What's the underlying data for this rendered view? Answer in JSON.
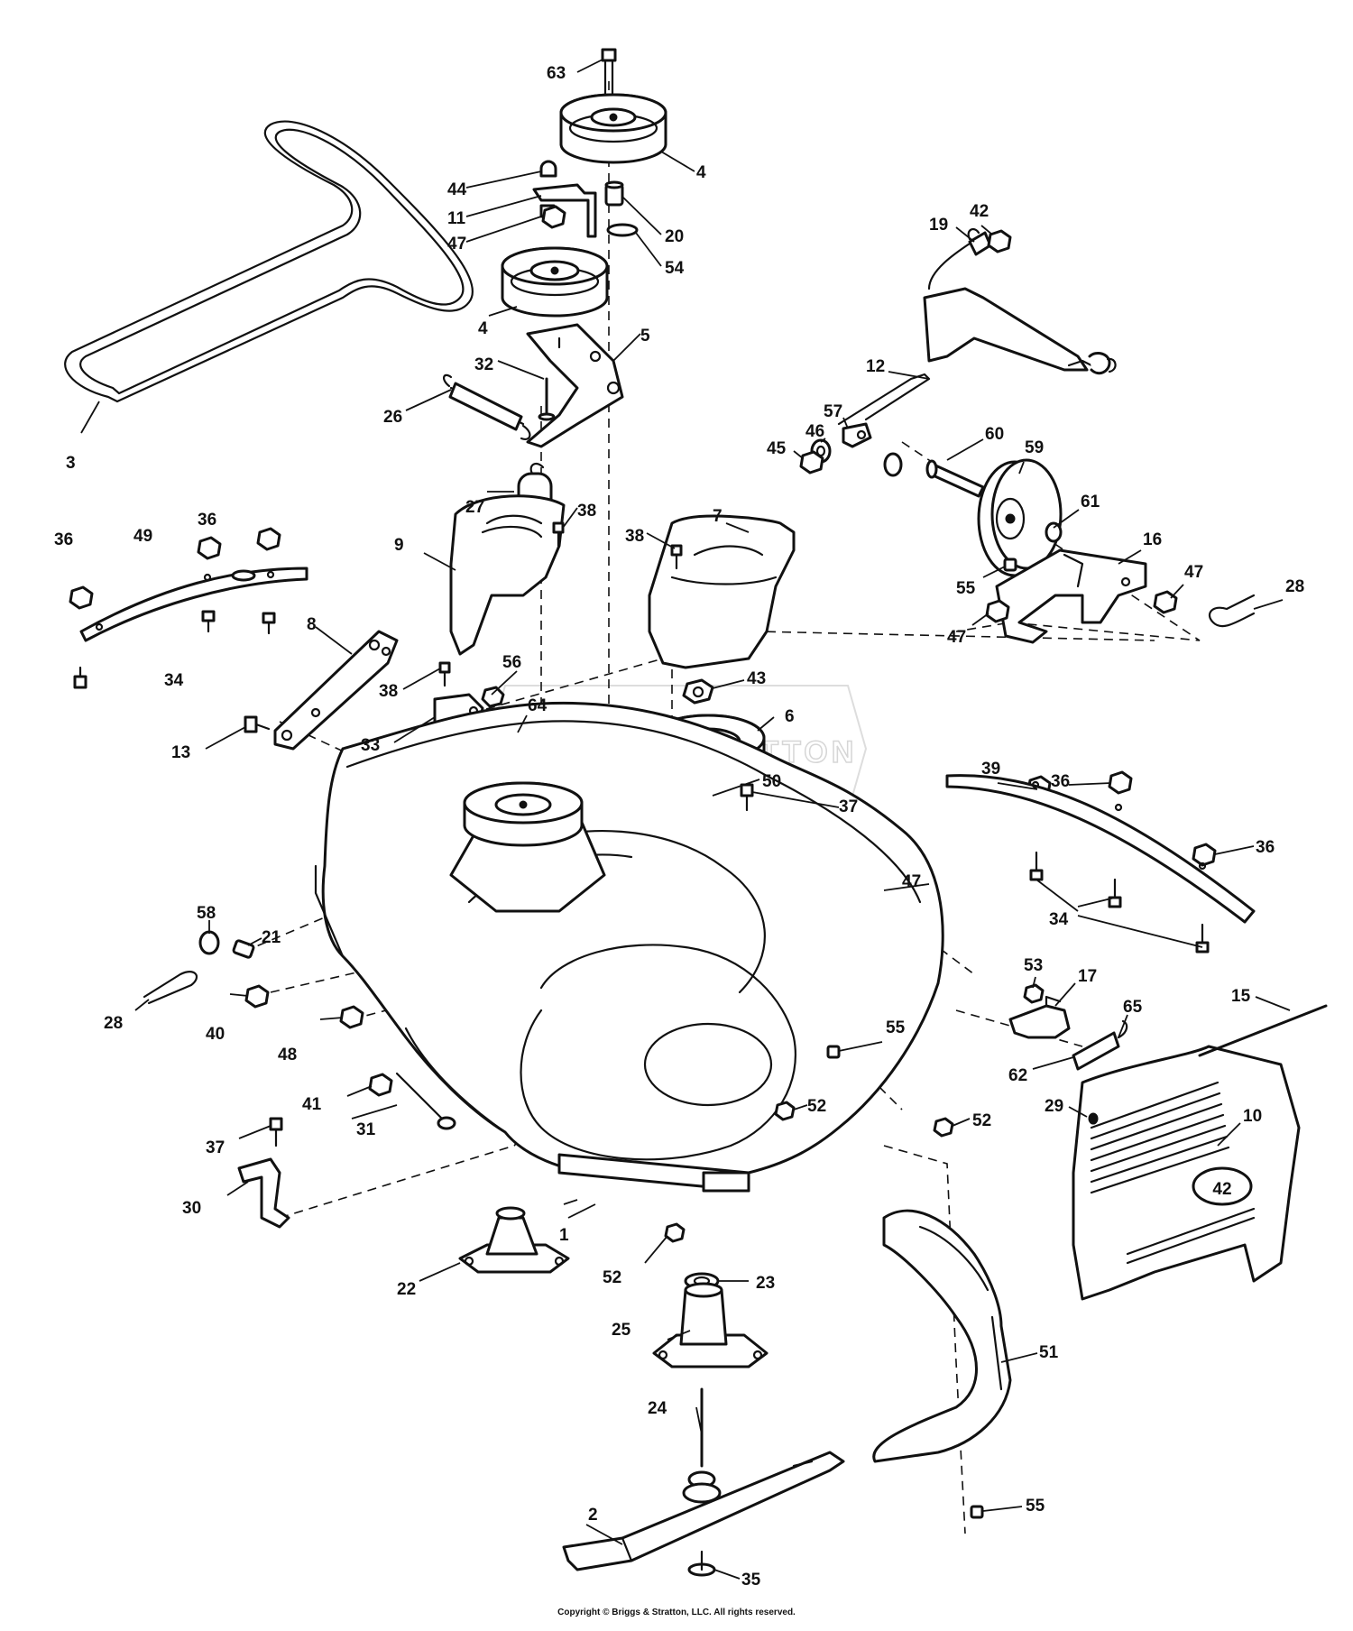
{
  "watermark": "BRIGGS&STRATTON",
  "copyright": "Copyright © Briggs & Stratton, LLC. All rights reserved.",
  "deck_badge": "42",
  "callouts": [
    {
      "id": "1",
      "label": "1"
    },
    {
      "id": "2",
      "label": "2"
    },
    {
      "id": "3",
      "label": "3"
    },
    {
      "id": "4a",
      "label": "4"
    },
    {
      "id": "4b",
      "label": "4"
    },
    {
      "id": "5",
      "label": "5"
    },
    {
      "id": "6",
      "label": "6"
    },
    {
      "id": "7",
      "label": "7"
    },
    {
      "id": "8",
      "label": "8"
    },
    {
      "id": "9",
      "label": "9"
    },
    {
      "id": "10",
      "label": "10"
    },
    {
      "id": "11",
      "label": "11"
    },
    {
      "id": "12",
      "label": "12"
    },
    {
      "id": "13",
      "label": "13"
    },
    {
      "id": "15",
      "label": "15"
    },
    {
      "id": "16",
      "label": "16"
    },
    {
      "id": "17",
      "label": "17"
    },
    {
      "id": "19",
      "label": "19"
    },
    {
      "id": "20",
      "label": "20"
    },
    {
      "id": "21",
      "label": "21"
    },
    {
      "id": "22",
      "label": "22"
    },
    {
      "id": "23",
      "label": "23"
    },
    {
      "id": "24",
      "label": "24"
    },
    {
      "id": "25",
      "label": "25"
    },
    {
      "id": "26",
      "label": "26"
    },
    {
      "id": "27",
      "label": "27"
    },
    {
      "id": "28a",
      "label": "28"
    },
    {
      "id": "28b",
      "label": "28"
    },
    {
      "id": "29",
      "label": "29"
    },
    {
      "id": "30",
      "label": "30"
    },
    {
      "id": "31",
      "label": "31"
    },
    {
      "id": "32",
      "label": "32"
    },
    {
      "id": "33",
      "label": "33"
    },
    {
      "id": "34a",
      "label": "34"
    },
    {
      "id": "34b",
      "label": "34"
    },
    {
      "id": "35",
      "label": "35"
    },
    {
      "id": "36a",
      "label": "36"
    },
    {
      "id": "36b",
      "label": "36"
    },
    {
      "id": "36c",
      "label": "36"
    },
    {
      "id": "36d",
      "label": "36"
    },
    {
      "id": "37a",
      "label": "37"
    },
    {
      "id": "37b",
      "label": "37"
    },
    {
      "id": "38a",
      "label": "38"
    },
    {
      "id": "38b",
      "label": "38"
    },
    {
      "id": "38c",
      "label": "38"
    },
    {
      "id": "39",
      "label": "39"
    },
    {
      "id": "40",
      "label": "40"
    },
    {
      "id": "41",
      "label": "41"
    },
    {
      "id": "42",
      "label": "42"
    },
    {
      "id": "43",
      "label": "43"
    },
    {
      "id": "44",
      "label": "44"
    },
    {
      "id": "45",
      "label": "45"
    },
    {
      "id": "46",
      "label": "46"
    },
    {
      "id": "47a",
      "label": "47"
    },
    {
      "id": "47b",
      "label": "47"
    },
    {
      "id": "47c",
      "label": "47"
    },
    {
      "id": "47d",
      "label": "47"
    },
    {
      "id": "48",
      "label": "48"
    },
    {
      "id": "49",
      "label": "49"
    },
    {
      "id": "50",
      "label": "50"
    },
    {
      "id": "51",
      "label": "51"
    },
    {
      "id": "52a",
      "label": "52"
    },
    {
      "id": "52b",
      "label": "52"
    },
    {
      "id": "52c",
      "label": "52"
    },
    {
      "id": "53",
      "label": "53"
    },
    {
      "id": "54",
      "label": "54"
    },
    {
      "id": "55a",
      "label": "55"
    },
    {
      "id": "55b",
      "label": "55"
    },
    {
      "id": "55c",
      "label": "55"
    },
    {
      "id": "56",
      "label": "56"
    },
    {
      "id": "57",
      "label": "57"
    },
    {
      "id": "58",
      "label": "58"
    },
    {
      "id": "59",
      "label": "59"
    },
    {
      "id": "60",
      "label": "60"
    },
    {
      "id": "61",
      "label": "61"
    },
    {
      "id": "62",
      "label": "62"
    },
    {
      "id": "63",
      "label": "63"
    },
    {
      "id": "64",
      "label": "64"
    },
    {
      "id": "65",
      "label": "65"
    }
  ]
}
